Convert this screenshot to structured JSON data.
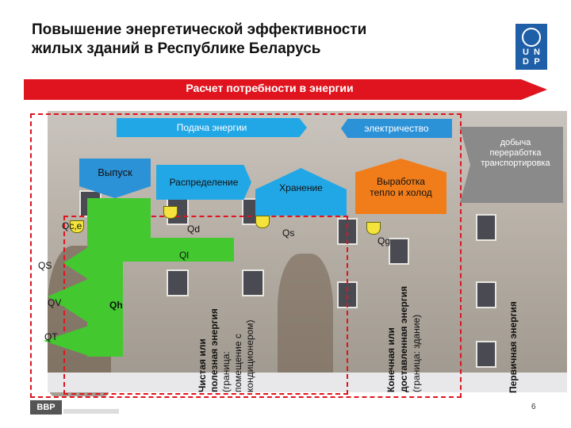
{
  "header": {
    "title_line1": "Повышение энергетической эффективности",
    "title_line2": "жилых зданий в Республике Беларусь",
    "logo_letters": [
      "U",
      "N",
      "D",
      "P"
    ]
  },
  "banner": {
    "label": "Расчет потребности в энергии",
    "color": "#e0141e"
  },
  "flows": {
    "podacha": "Подача энергии",
    "electricity": "электричество",
    "vypusk": "Выпуск",
    "distribution": "Распределение",
    "storage": "Хранение",
    "generation_line1": "Выработка",
    "generation_line2": "тепло и холод",
    "primary_line1": "добыча",
    "primary_line2": "переработка",
    "primary_line3": "транспортировка"
  },
  "quantities": {
    "qce": "Qc,e",
    "qd": "Qd",
    "qs": "Qs",
    "qg": "Qg",
    "ql": "Ql",
    "qs_left": "QS",
    "qv": "QV",
    "qh": "Qh",
    "qt": "QT"
  },
  "vertical_labels": {
    "primary": "Первичная энергия",
    "final_line1": "Конечная или",
    "final_line2": "доставленная энергия",
    "final_line3": "(граница: здание)",
    "net_line1": "Чистая или",
    "net_line2": "полезная энергия",
    "net_line3": "(граница:",
    "net_line4": "помещение с",
    "net_line5": "кондиционером)"
  },
  "footer": {
    "page": "6",
    "logo": "BBP"
  },
  "colors": {
    "green": "#44c830",
    "blue": "#2c92d8",
    "orange": "#f07d1a",
    "gray": "#8a8a8a"
  }
}
